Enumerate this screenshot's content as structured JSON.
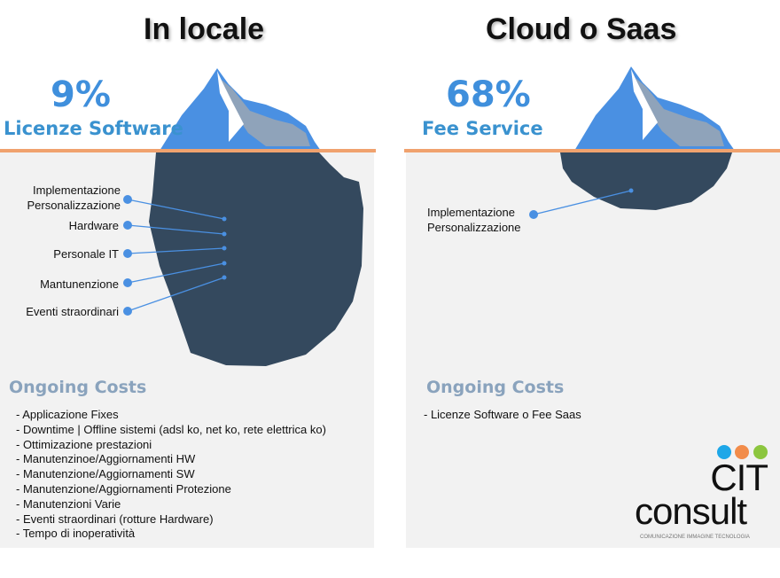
{
  "left": {
    "title": "In locale",
    "percent": "9%",
    "subtitle": "Licenze Software",
    "labels": [
      [
        "Implementazione",
        "Personalizzazione"
      ],
      [
        "Hardware"
      ],
      [
        "Personale IT"
      ],
      [
        "Mantunenzione"
      ],
      [
        "Eventi straordinari"
      ]
    ],
    "ongoing_title": "Ongoing Costs",
    "ongoing": [
      "- Applicazione Fixes",
      "- Downtime | Offline sistemi (adsl ko, net ko, rete elettrica ko)",
      "- Ottimizazione prestazioni",
      "- Manutenzinoe/Aggiornamenti HW",
      "- Manutenzione/Aggiornamenti SW",
      "- Manutenzione/Aggiornamenti Protezione",
      "- Manutenzioni Varie",
      "- Eventi straordinari (rotture Hardware)",
      "- Tempo di inoperatività"
    ]
  },
  "right": {
    "title": "Cloud o Saas",
    "percent": "68%",
    "subtitle": "Fee Service",
    "labels": [
      [
        "Implementazione",
        "Personalizzazione"
      ]
    ],
    "ongoing_title": "Ongoing Costs",
    "ongoing": [
      "- Licenze Software o Fee Saas"
    ]
  },
  "logo": {
    "line1": "CIT",
    "line2": "consult",
    "tagline": "COMUNICAZIONE IMMAGINE TECNOLOGIA"
  },
  "colors": {
    "accent": "#3f8fdc",
    "water_line": "#f0a26e",
    "iceberg": "#34495e",
    "dot_blue": "#1ea7e8",
    "dot_orange": "#f28c4a",
    "dot_green": "#8cc63f"
  }
}
